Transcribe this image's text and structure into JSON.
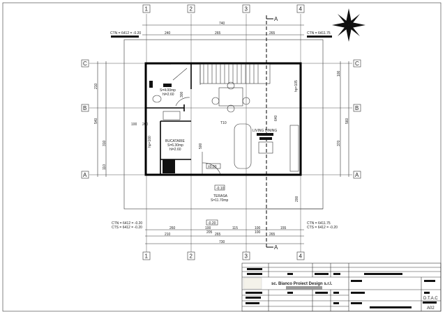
{
  "axes": {
    "columns": [
      "1",
      "2",
      "3",
      "4"
    ],
    "rows": [
      "C",
      "B",
      "A"
    ]
  },
  "section_marker": "A",
  "dimensions": {
    "top_total": "740",
    "top_parts": [
      "240",
      "265",
      "265"
    ],
    "bottom_total": "730",
    "bottom_parts": [
      "210",
      "265",
      "265"
    ],
    "bottom_detail": [
      "260",
      "100",
      "115",
      "100",
      "155"
    ],
    "bottom_sub": [
      "205",
      "100"
    ],
    "left": [
      "210",
      "540",
      "310",
      "110"
    ],
    "right": [
      "100",
      "560",
      "370"
    ],
    "inner": [
      "100",
      "200",
      "T10",
      "500",
      "300",
      "hp=100",
      "hp=105",
      "640",
      "200"
    ]
  },
  "levels": {
    "top_left": "CTN = 6412 = -0.20",
    "top_right": "CTN = 6411.75",
    "bottom_left_ctn": "CTN = 6412 = -0.20",
    "bottom_left_cts": "CTS = 6412 = -0.20",
    "bottom_right_ctn": "CTN = 6411.75",
    "bottom_right_cts": "CTS = 6412 = -0.20",
    "entry": "±0.00",
    "terrace": "-0.10",
    "exterior": "-0.20"
  },
  "rooms": {
    "bath": {
      "area": "S=4.00mp",
      "height": "hl=2.60"
    },
    "kitchen": {
      "name": "BUCATARIE",
      "area": "S=6.30mp",
      "height": "hl=2.60"
    },
    "living": {
      "name": "LIVING DINING"
    },
    "terrace": {
      "name": "TERASA",
      "area": "S=11.70mp"
    }
  },
  "title_block": {
    "company": "sc. Bianco Proiect Design s.r.l.",
    "phase": "D.T.A.C",
    "sheet": "A02"
  }
}
